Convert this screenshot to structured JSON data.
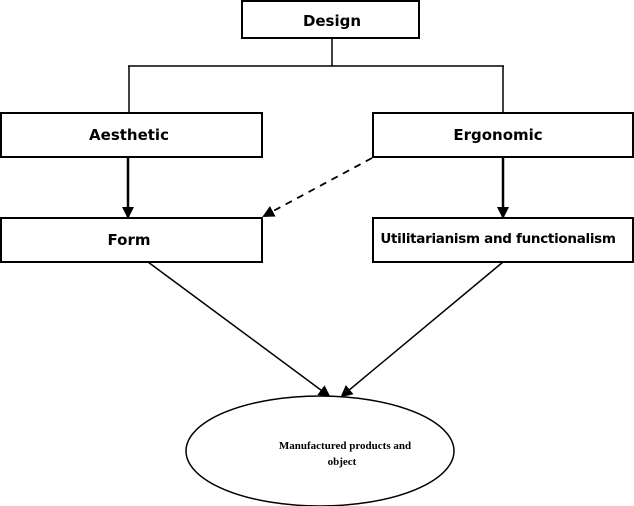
{
  "diagram": {
    "type": "flowchart",
    "nodes": {
      "design": {
        "label": "Design",
        "shape": "rectangle"
      },
      "aesthetic": {
        "label": "Aesthetic",
        "shape": "rectangle"
      },
      "ergonomic": {
        "label": "Ergonomic",
        "shape": "rectangle"
      },
      "form": {
        "label": "Form",
        "shape": "rectangle"
      },
      "utilitarianism": {
        "label": "Utilitarianism and functionalism",
        "shape": "rectangle"
      },
      "products": {
        "label_line1": "Manufactured products and",
        "label_line2": "object",
        "shape": "ellipse"
      }
    },
    "edges": [
      {
        "from": "Design",
        "to": "Aesthetic",
        "style": "solid",
        "arrow": false
      },
      {
        "from": "Design",
        "to": "Ergonomic",
        "style": "solid",
        "arrow": false
      },
      {
        "from": "Aesthetic",
        "to": "Form",
        "style": "solid",
        "arrow": true
      },
      {
        "from": "Ergonomic",
        "to": "Utilitarianism and functionalism",
        "style": "solid",
        "arrow": true
      },
      {
        "from": "Ergonomic",
        "to": "Form",
        "style": "dashed",
        "arrow": true
      },
      {
        "from": "Form",
        "to": "Manufactured products and object",
        "style": "solid",
        "arrow": true
      },
      {
        "from": "Utilitarianism and functionalism",
        "to": "Manufactured products and object",
        "style": "solid",
        "arrow": true
      }
    ],
    "colors": {
      "stroke": "#000000",
      "background": "#ffffff"
    }
  }
}
